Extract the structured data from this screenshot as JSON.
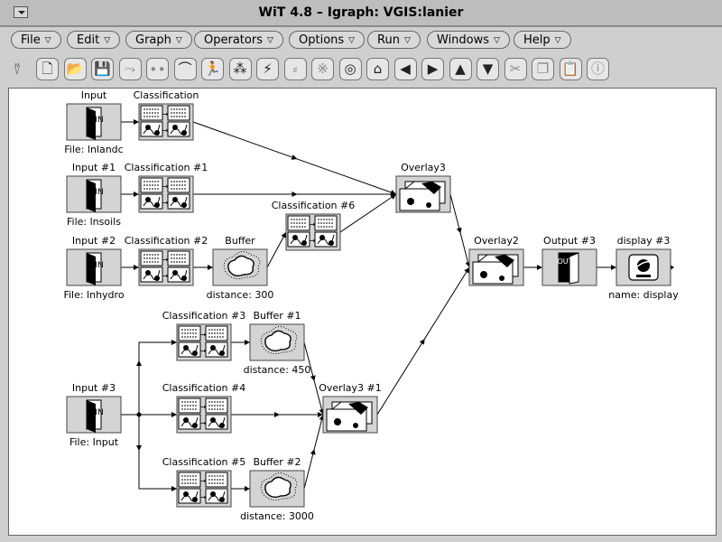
{
  "window": {
    "title": "WiT 4.8 – Igraph: VGIS:lanier"
  },
  "menus": [
    "File",
    "Edit",
    "Graph",
    "Operators",
    "Options",
    "Run",
    "Windows",
    "Help"
  ],
  "toolbar": {
    "tools": [
      "new-file",
      "open-file",
      "save",
      "link",
      "cut-link",
      "bridge",
      "runner",
      "multi-runner",
      "zap",
      "split",
      "clear",
      "target",
      "home",
      "arrow-left",
      "arrow-right",
      "arrow-up",
      "arrow-down",
      "scissors",
      "copy",
      "paste",
      "info"
    ],
    "glyphs": [
      "🗋",
      "📂",
      "💾",
      "⤳",
      "∙∙",
      "⌒",
      "🏃",
      "⁂",
      "⚡",
      "⸗",
      "※",
      "◎",
      "⌂",
      "◀",
      "▶",
      "▲",
      "▼",
      "✂",
      "❐",
      "📋",
      "ⓘ"
    ],
    "dimmed": [
      0,
      0,
      0,
      1,
      1,
      0,
      0,
      0,
      0,
      1,
      1,
      0,
      0,
      0,
      0,
      0,
      0,
      1,
      1,
      1,
      1
    ]
  },
  "nodes": [
    {
      "id": "input",
      "label": "Input",
      "kind": "input",
      "param": "File: lnlandc"
    },
    {
      "id": "input1",
      "label": "Input #1",
      "kind": "input",
      "param": "File: lnsoils"
    },
    {
      "id": "input2",
      "label": "Input #2",
      "kind": "input",
      "param": "File: lnhydro"
    },
    {
      "id": "input3",
      "label": "Input #3",
      "kind": "input",
      "param": "File: Input"
    },
    {
      "id": "class",
      "label": "Classification",
      "kind": "class",
      "param": ""
    },
    {
      "id": "class1",
      "label": "Classification #1",
      "kind": "class",
      "param": ""
    },
    {
      "id": "class2",
      "label": "Classification #2",
      "kind": "class",
      "param": ""
    },
    {
      "id": "class3",
      "label": "Classification #3",
      "kind": "class",
      "param": ""
    },
    {
      "id": "class4",
      "label": "Classification #4",
      "kind": "class",
      "param": ""
    },
    {
      "id": "class5",
      "label": "Classification #5",
      "kind": "class",
      "param": ""
    },
    {
      "id": "class6",
      "label": "Classification #6",
      "kind": "class",
      "param": ""
    },
    {
      "id": "buffer",
      "label": "Buffer",
      "kind": "buffer",
      "param": "distance: 300"
    },
    {
      "id": "buffer1",
      "label": "Buffer #1",
      "kind": "buffer",
      "param": "distance: 450"
    },
    {
      "id": "buffer2",
      "label": "Buffer #2",
      "kind": "buffer",
      "param": "distance: 3000"
    },
    {
      "id": "overlay3",
      "label": "Overlay3",
      "kind": "overlay",
      "param": ""
    },
    {
      "id": "overlay2",
      "label": "Overlay2",
      "kind": "overlay",
      "param": ""
    },
    {
      "id": "overlay31",
      "label": "Overlay3 #1",
      "kind": "overlay",
      "param": ""
    },
    {
      "id": "output3",
      "label": "Output #3",
      "kind": "output",
      "param": ""
    },
    {
      "id": "display3",
      "label": "display #3",
      "kind": "display",
      "param": "name: display"
    }
  ],
  "icon_text": {
    "in": "IN",
    "out": "OUT"
  },
  "edges": [
    [
      "input",
      "class"
    ],
    [
      "input1",
      "class1"
    ],
    [
      "input2",
      "class2"
    ],
    [
      "class2",
      "buffer"
    ],
    [
      "buffer",
      "class6"
    ],
    [
      "class",
      "overlay3"
    ],
    [
      "class1",
      "overlay3"
    ],
    [
      "class6",
      "overlay3"
    ],
    [
      "overlay3",
      "overlay2"
    ],
    [
      "overlay2",
      "output3"
    ],
    [
      "output3",
      "display3"
    ],
    [
      "input3",
      "class3"
    ],
    [
      "input3",
      "class4"
    ],
    [
      "input3",
      "class5"
    ],
    [
      "class3",
      "buffer1"
    ],
    [
      "class5",
      "buffer2"
    ],
    [
      "buffer1",
      "overlay31"
    ],
    [
      "class4",
      "overlay31"
    ],
    [
      "buffer2",
      "overlay31"
    ],
    [
      "overlay31",
      "overlay2"
    ]
  ]
}
